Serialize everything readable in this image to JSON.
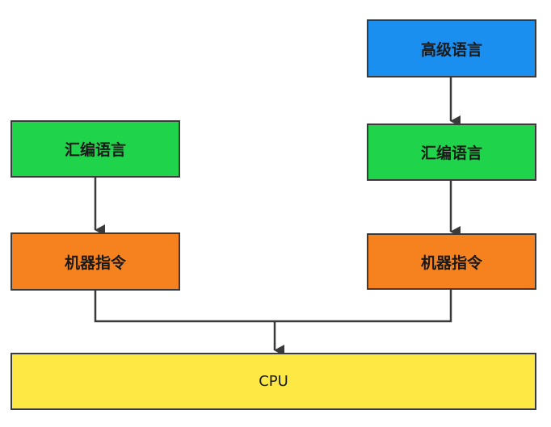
{
  "colors": {
    "high_level": "#1a8ff0",
    "assembly": "#1fd44a",
    "machine": "#f5821f",
    "cpu": "#fde844",
    "border": "#3a3a3a",
    "edge": "#3a3a3a"
  },
  "nodes": {
    "high_level_language": "高级语言",
    "left_assembly": "汇编语言",
    "right_assembly": "汇编语言",
    "left_machine": "机器指令",
    "right_machine": "机器指令",
    "cpu": "CPU"
  },
  "edges": [
    {
      "from": "high_level_language",
      "to": "right_assembly"
    },
    {
      "from": "left_assembly",
      "to": "left_machine"
    },
    {
      "from": "right_assembly",
      "to": "right_machine"
    },
    {
      "from": "left_machine",
      "to": "cpu"
    },
    {
      "from": "right_machine",
      "to": "cpu"
    }
  ]
}
